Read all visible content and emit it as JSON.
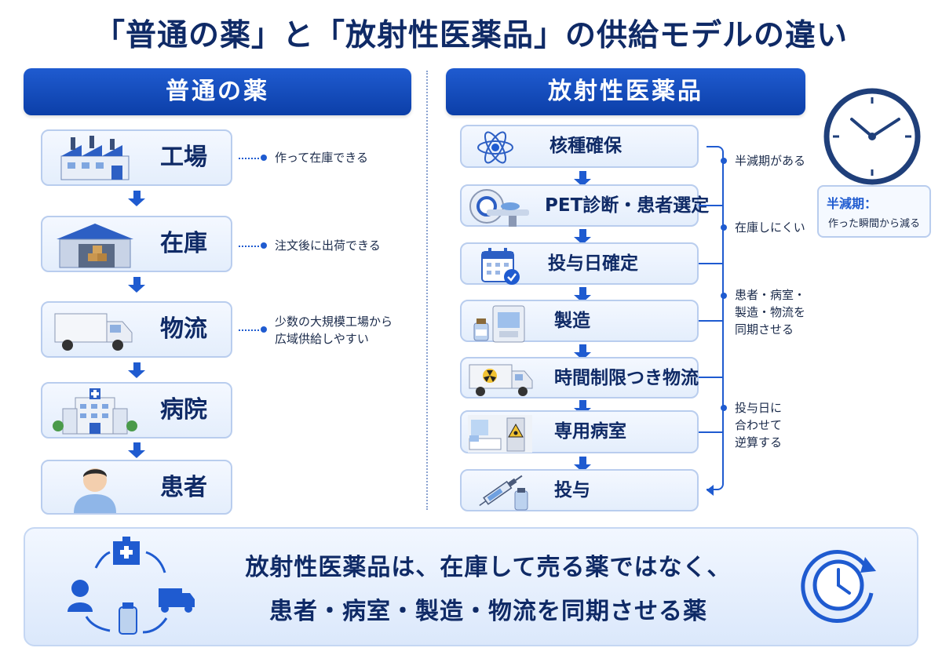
{
  "title": "「普通の薬」と「放射性医薬品」の供給モデルの違い",
  "left": {
    "header": "普通の薬",
    "steps": [
      "工場",
      "在庫",
      "物流",
      "病院",
      "患者"
    ],
    "notes": [
      "作って在庫できる",
      "注文後に出荷できる",
      "少数の大規模工場から",
      "広域供給しやすい"
    ]
  },
  "right": {
    "header": "放射性医薬品",
    "steps": [
      "核種確保",
      "PET診断・患者選定",
      "投与日確定",
      "製造",
      "時間制限つき物流",
      "専用病室",
      "投与"
    ],
    "notes": [
      "半減期がある",
      "在庫しにくい",
      "患者・病室・",
      "製造・物流を",
      "同期させる",
      "投与日に",
      "合わせて",
      "逆算する"
    ]
  },
  "halflife": {
    "title": "半減期：",
    "text": "作った瞬間から減る"
  },
  "summary": {
    "line1": "放射性医薬品は、在庫して売る薬ではなく、",
    "line2": "患者・病室・製造・物流を同期させる薬"
  },
  "colors": {
    "accent": "#1f5bd0",
    "navy": "#0f2a66",
    "panel": "#e4eefc"
  },
  "icons": [
    "factory-icon",
    "warehouse-icon",
    "truck-icon",
    "hospital-icon",
    "patient-icon",
    "atom-icon",
    "pet-scanner-icon",
    "calendar-check-icon",
    "production-machine-icon",
    "radioactive-truck-icon",
    "hospital-room-icon",
    "syringe-icon",
    "clock-icon",
    "cycle-icon",
    "clock-cycle-icon"
  ]
}
